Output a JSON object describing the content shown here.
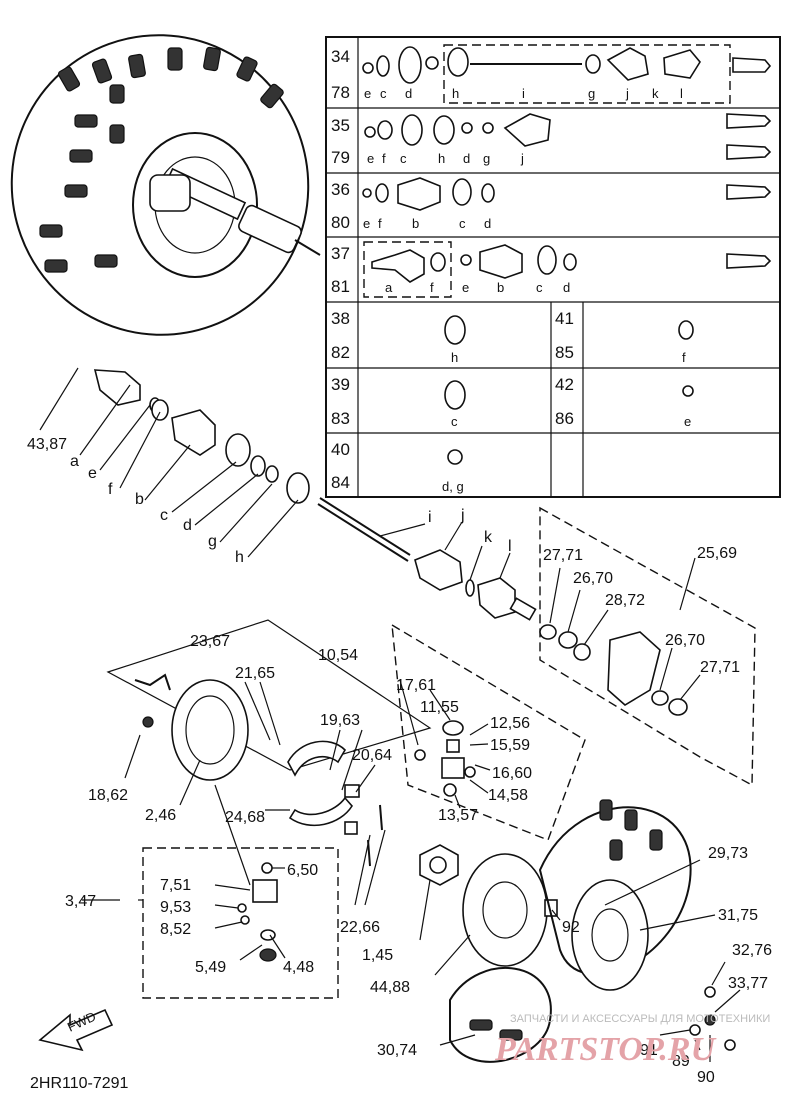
{
  "table": {
    "rows": [
      {
        "num_top": "34",
        "num_bot": "78",
        "parts": "e c d h i g j k l"
      },
      {
        "num_top": "35",
        "num_bot": "79",
        "parts": "e f c h d g j"
      },
      {
        "num_top": "36",
        "num_bot": "80",
        "parts": "e f b c d"
      },
      {
        "num_top": "37",
        "num_bot": "81",
        "parts": "a f e b c d"
      }
    ],
    "row34_letters": [
      "e",
      "c",
      "d",
      "h",
      "i",
      "g",
      "j",
      "k",
      "l"
    ],
    "row35_letters": [
      "e",
      "f",
      "c",
      "h",
      "d",
      "g",
      "j"
    ],
    "row36_letters": [
      "e",
      "f",
      "b",
      "c",
      "d"
    ],
    "row37_letters": [
      "a",
      "f",
      "e",
      "b",
      "c",
      "d"
    ],
    "cells": [
      {
        "top": "38",
        "bot": "82",
        "letter": "h"
      },
      {
        "top": "41",
        "bot": "85",
        "letter": "f"
      },
      {
        "top": "39",
        "bot": "83",
        "letter": "c"
      },
      {
        "top": "42",
        "bot": "86",
        "letter": "e"
      },
      {
        "top": "40",
        "bot": "84",
        "letter": "d, g"
      }
    ]
  },
  "labels": {
    "l43_87": "43,87",
    "a": "a",
    "e": "e",
    "f": "f",
    "b": "b",
    "c": "c",
    "d": "d",
    "g": "g",
    "h": "h",
    "i": "i",
    "j": "j",
    "k": "k",
    "l": "l",
    "l25_69": "25,69",
    "l27_71a": "27,71",
    "l26_70a": "26,70",
    "l28_72": "28,72",
    "l26_70b": "26,70",
    "l27_71b": "27,71",
    "l23_67": "23,67",
    "l21_65": "21,65",
    "l10_54": "10,54",
    "l17_61": "17,61",
    "l11_55": "11,55",
    "l12_56": "12,56",
    "l15_59": "15,59",
    "l16_60": "16,60",
    "l14_58": "14,58",
    "l13_57": "13,57",
    "l19_63": "19,63",
    "l20_64": "20,64",
    "l18_62": "18,62",
    "l2_46": "2,46",
    "l24_68": "24,68",
    "l3_47": "3,47",
    "l7_51": "7,51",
    "l6_50": "6,50",
    "l9_53": "9,53",
    "l8_52": "8,52",
    "l5_49": "5,49",
    "l4_48": "4,48",
    "l22_66": "22,66",
    "l1_45": "1,45",
    "l44_88": "44,88",
    "l92": "92",
    "l29_73": "29,73",
    "l31_75": "31,75",
    "l32_76": "32,76",
    "l33_77": "33,77",
    "l30_74": "30,74",
    "l91": "91",
    "l89": "89",
    "l90": "90"
  },
  "fwd": "FWD",
  "code": "2HR110-7291",
  "watermark": {
    "text": "ЗАПЧАСТИ И АКСЕССУАРЫ ДЛЯ МОТОТЕХНИКИ",
    "brand": "PARTSTOP.RU"
  }
}
